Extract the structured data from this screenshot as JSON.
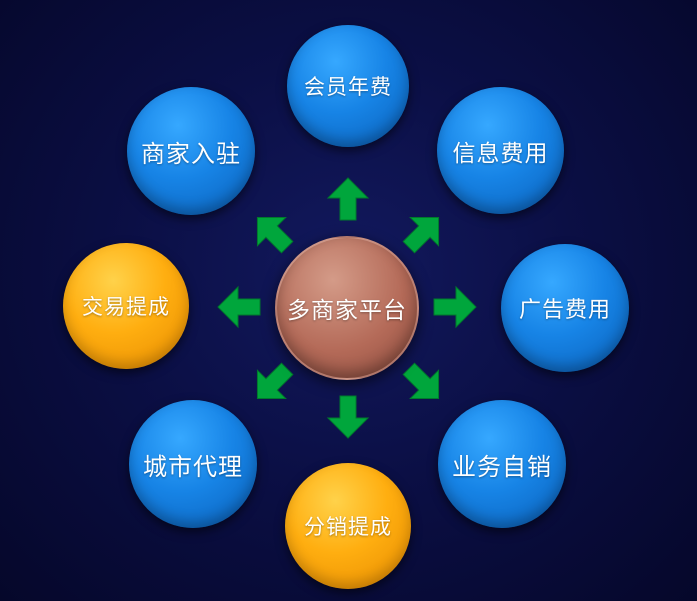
{
  "center": {
    "label": "多商家平台",
    "color": "#b46a58"
  },
  "nodes": [
    {
      "id": "top",
      "label": "会员年费",
      "style": "blue"
    },
    {
      "id": "top-right",
      "label": "信息费用",
      "style": "blue"
    },
    {
      "id": "right",
      "label": "广告费用",
      "style": "blue"
    },
    {
      "id": "bottom-right",
      "label": "业务自销",
      "style": "blue"
    },
    {
      "id": "bottom",
      "label": "分销提成",
      "style": "orange"
    },
    {
      "id": "bottom-left",
      "label": "城市代理",
      "style": "blue"
    },
    {
      "id": "left",
      "label": "交易提成",
      "style": "orange"
    },
    {
      "id": "top-left",
      "label": "商家入驻",
      "style": "blue"
    }
  ],
  "colors": {
    "node_blue": "#1784e6",
    "node_orange": "#ffae10",
    "arrow_green": "#00a63c"
  },
  "icons": {
    "arrow": "green-arrow-icon"
  }
}
